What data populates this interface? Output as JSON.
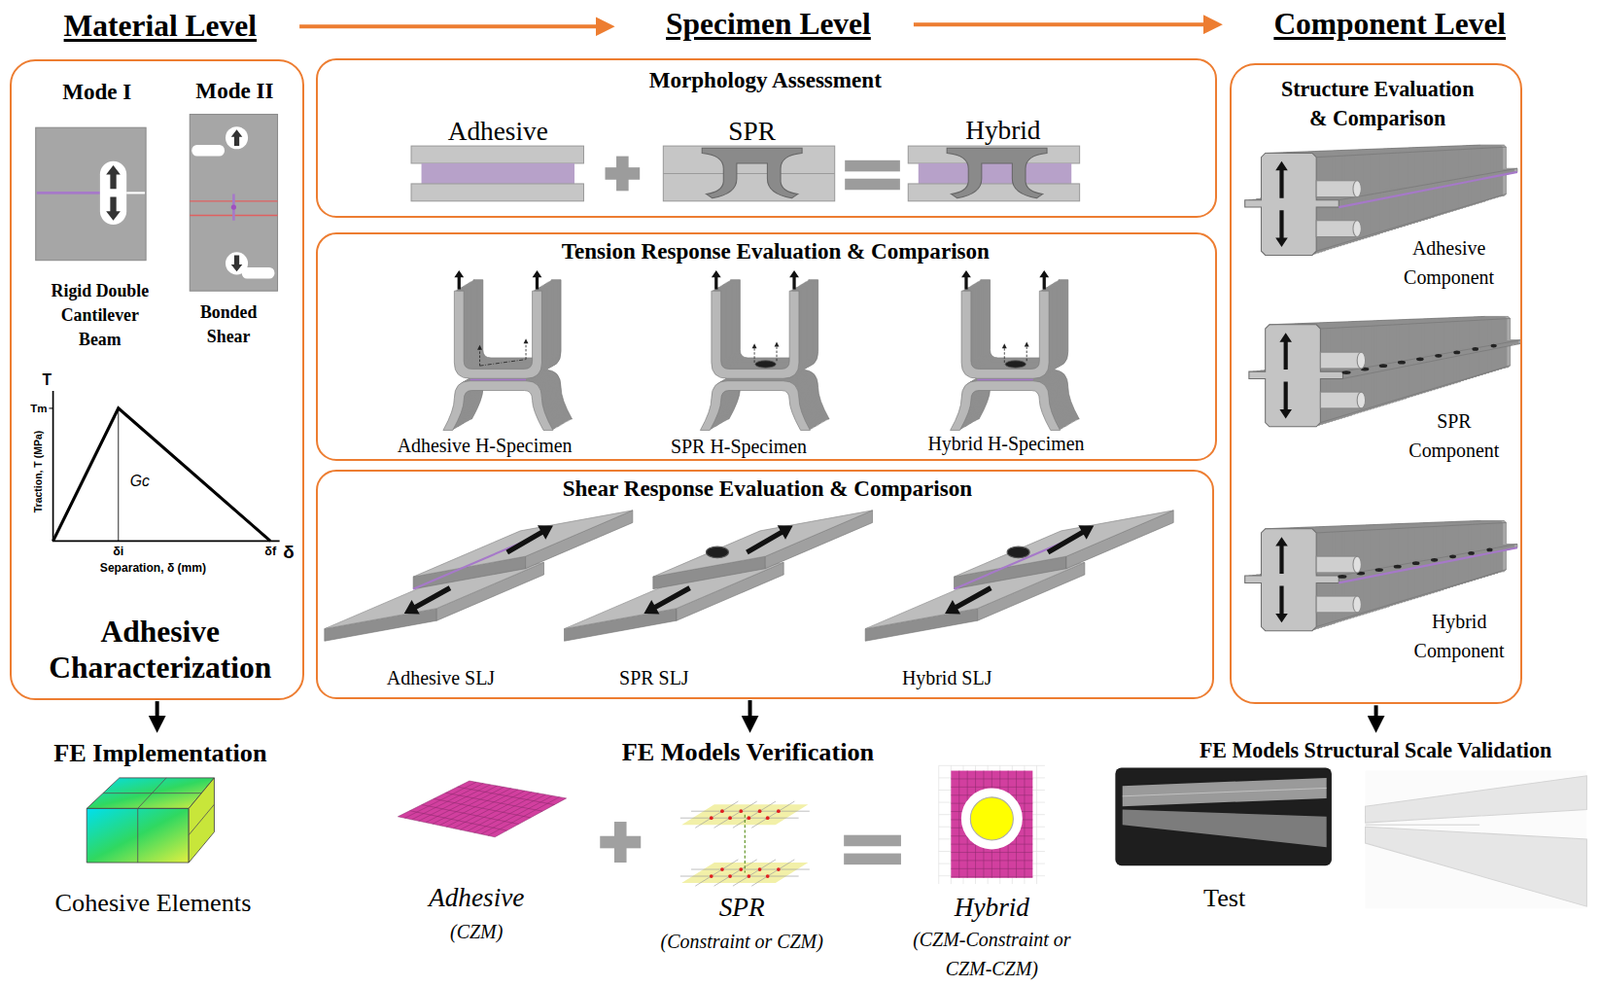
{
  "diagram": {
    "nodes": [
      {
        "text": [
          "Material Level"
        ]
      },
      {
        "text": [
          "Specimen Level"
        ]
      },
      {
        "text": [
          "Component Level"
        ]
      },
      {
        "text": [
          "Mode I",
          "Mode II",
          "Rigid Double Cantilever Beam",
          "Bonded Shear",
          "Adhesive Characterization"
        ]
      },
      {
        "text": [
          "Morphology Assessment",
          "Adhesive",
          "SPR",
          "Hybrid"
        ]
      },
      {
        "text": [
          "Tension Response Evaluation & Comparison",
          "Adhesive H-Specimen",
          "SPR H-Specimen",
          "Hybrid H-Specimen"
        ]
      },
      {
        "text": [
          "Shear Response Evaluation & Comparison",
          "Adhesive SLJ",
          "SPR SLJ",
          "Hybrid SLJ"
        ]
      },
      {
        "text": [
          "Structure Evaluation & Comparison",
          "Adhesive Component",
          "SPR Component",
          "Hybrid Component"
        ]
      },
      {
        "text": [
          "FE Implementation",
          "Cohesive Elements"
        ]
      },
      {
        "text": [
          "FE Models Verification",
          "Adhesive",
          "(CZM)",
          "SPR",
          "(Constraint or CZM)",
          "Hybrid",
          "(CZM-Constraint or CZM-CZM)"
        ]
      },
      {
        "text": [
          "FE Models Structural Scale Validation",
          "Test"
        ]
      }
    ],
    "edges": [
      {
        "from": 0,
        "to": 1,
        "arrow": "to"
      },
      {
        "from": 1,
        "to": 2,
        "arrow": "to"
      },
      {
        "from": 3,
        "to": 8,
        "arrow": "to"
      },
      {
        "from": 6,
        "to": 9,
        "arrow": "to"
      },
      {
        "from": 7,
        "to": 10,
        "arrow": "to"
      }
    ],
    "labels": [
      "T",
      "Tm",
      "Traction, T (MPa)",
      "Gc",
      "δi",
      "δf",
      "δ",
      "Separation, δ (mm)"
    ]
  }
}
